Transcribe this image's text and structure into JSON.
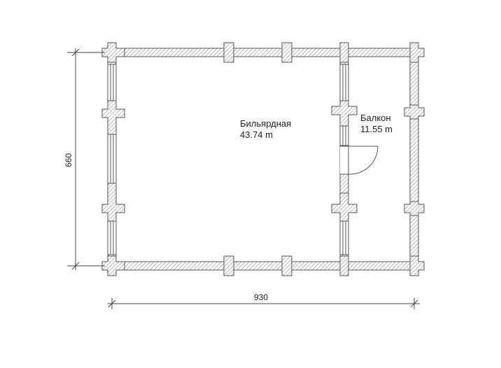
{
  "rooms": [
    {
      "name": "Бильярдная",
      "area": "43.74 m"
    },
    {
      "name": "Балкон",
      "area": "11.55 m"
    }
  ],
  "dimensions": {
    "width": "930",
    "height": "660"
  },
  "colors": {
    "wall_stroke": "#555555",
    "hatch": "#9a9a9a",
    "text": "#222222"
  }
}
